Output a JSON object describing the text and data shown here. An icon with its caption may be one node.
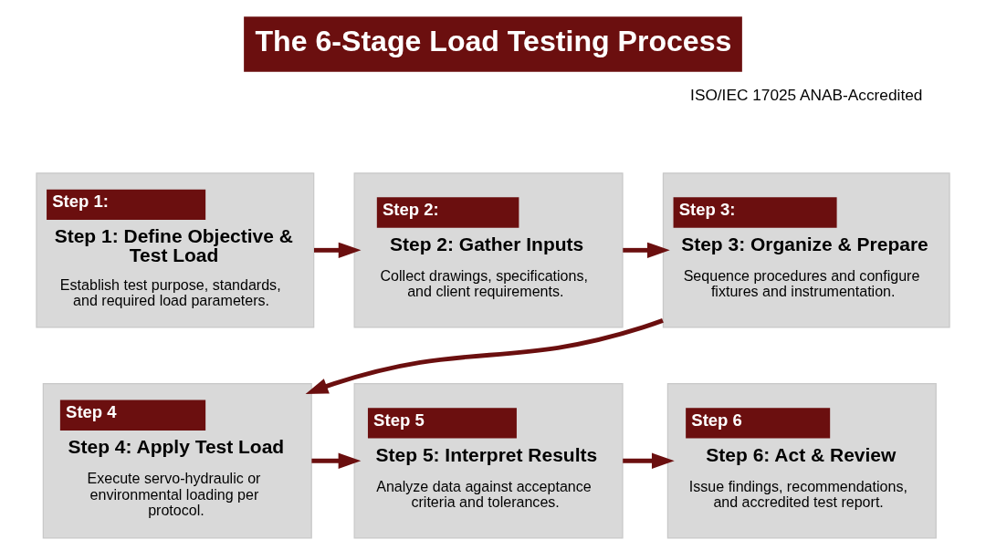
{
  "diagram": {
    "title": "The 6-Stage Load Testing Process",
    "nodes": [
      {
        "text": [
          "Step 1:",
          "Step 1: Define Objective & Test Load",
          "Establish test purpose, standards, and required load parameters."
        ]
      },
      {
        "text": [
          "Step 2:",
          "Step 2: Gather Inputs",
          "Collect drawings, specifications, and client requirements."
        ]
      },
      {
        "text": [
          "Step 3:",
          "Step 3: Organize & Prepare",
          "Sequence procedures and configure fixtures and instrumentation."
        ]
      },
      {
        "text": [
          "Step 4",
          "Step 4: Apply Test Load",
          "Execute servo-hydraulic or environmental loading per protocol."
        ]
      },
      {
        "text": [
          "Step 5",
          "Step 5: Interpret Results",
          "Analyze data against acceptance criteria and tolerances."
        ]
      },
      {
        "text": [
          "Step 6",
          "Step 6: Act & Review",
          "Issue findings, recommendations, and accredited test report."
        ]
      }
    ],
    "edges": [
      {
        "from": 0,
        "to": 1,
        "arrow": "to"
      },
      {
        "from": 1,
        "to": 2,
        "arrow": "to"
      },
      {
        "from": 2,
        "to": 3,
        "arrow": "to"
      },
      {
        "from": 3,
        "to": 4,
        "arrow": "to"
      },
      {
        "from": 4,
        "to": 5,
        "arrow": "to"
      }
    ],
    "labels": [
      "ISO/IEC 17025 ANAB-Accredited"
    ]
  }
}
